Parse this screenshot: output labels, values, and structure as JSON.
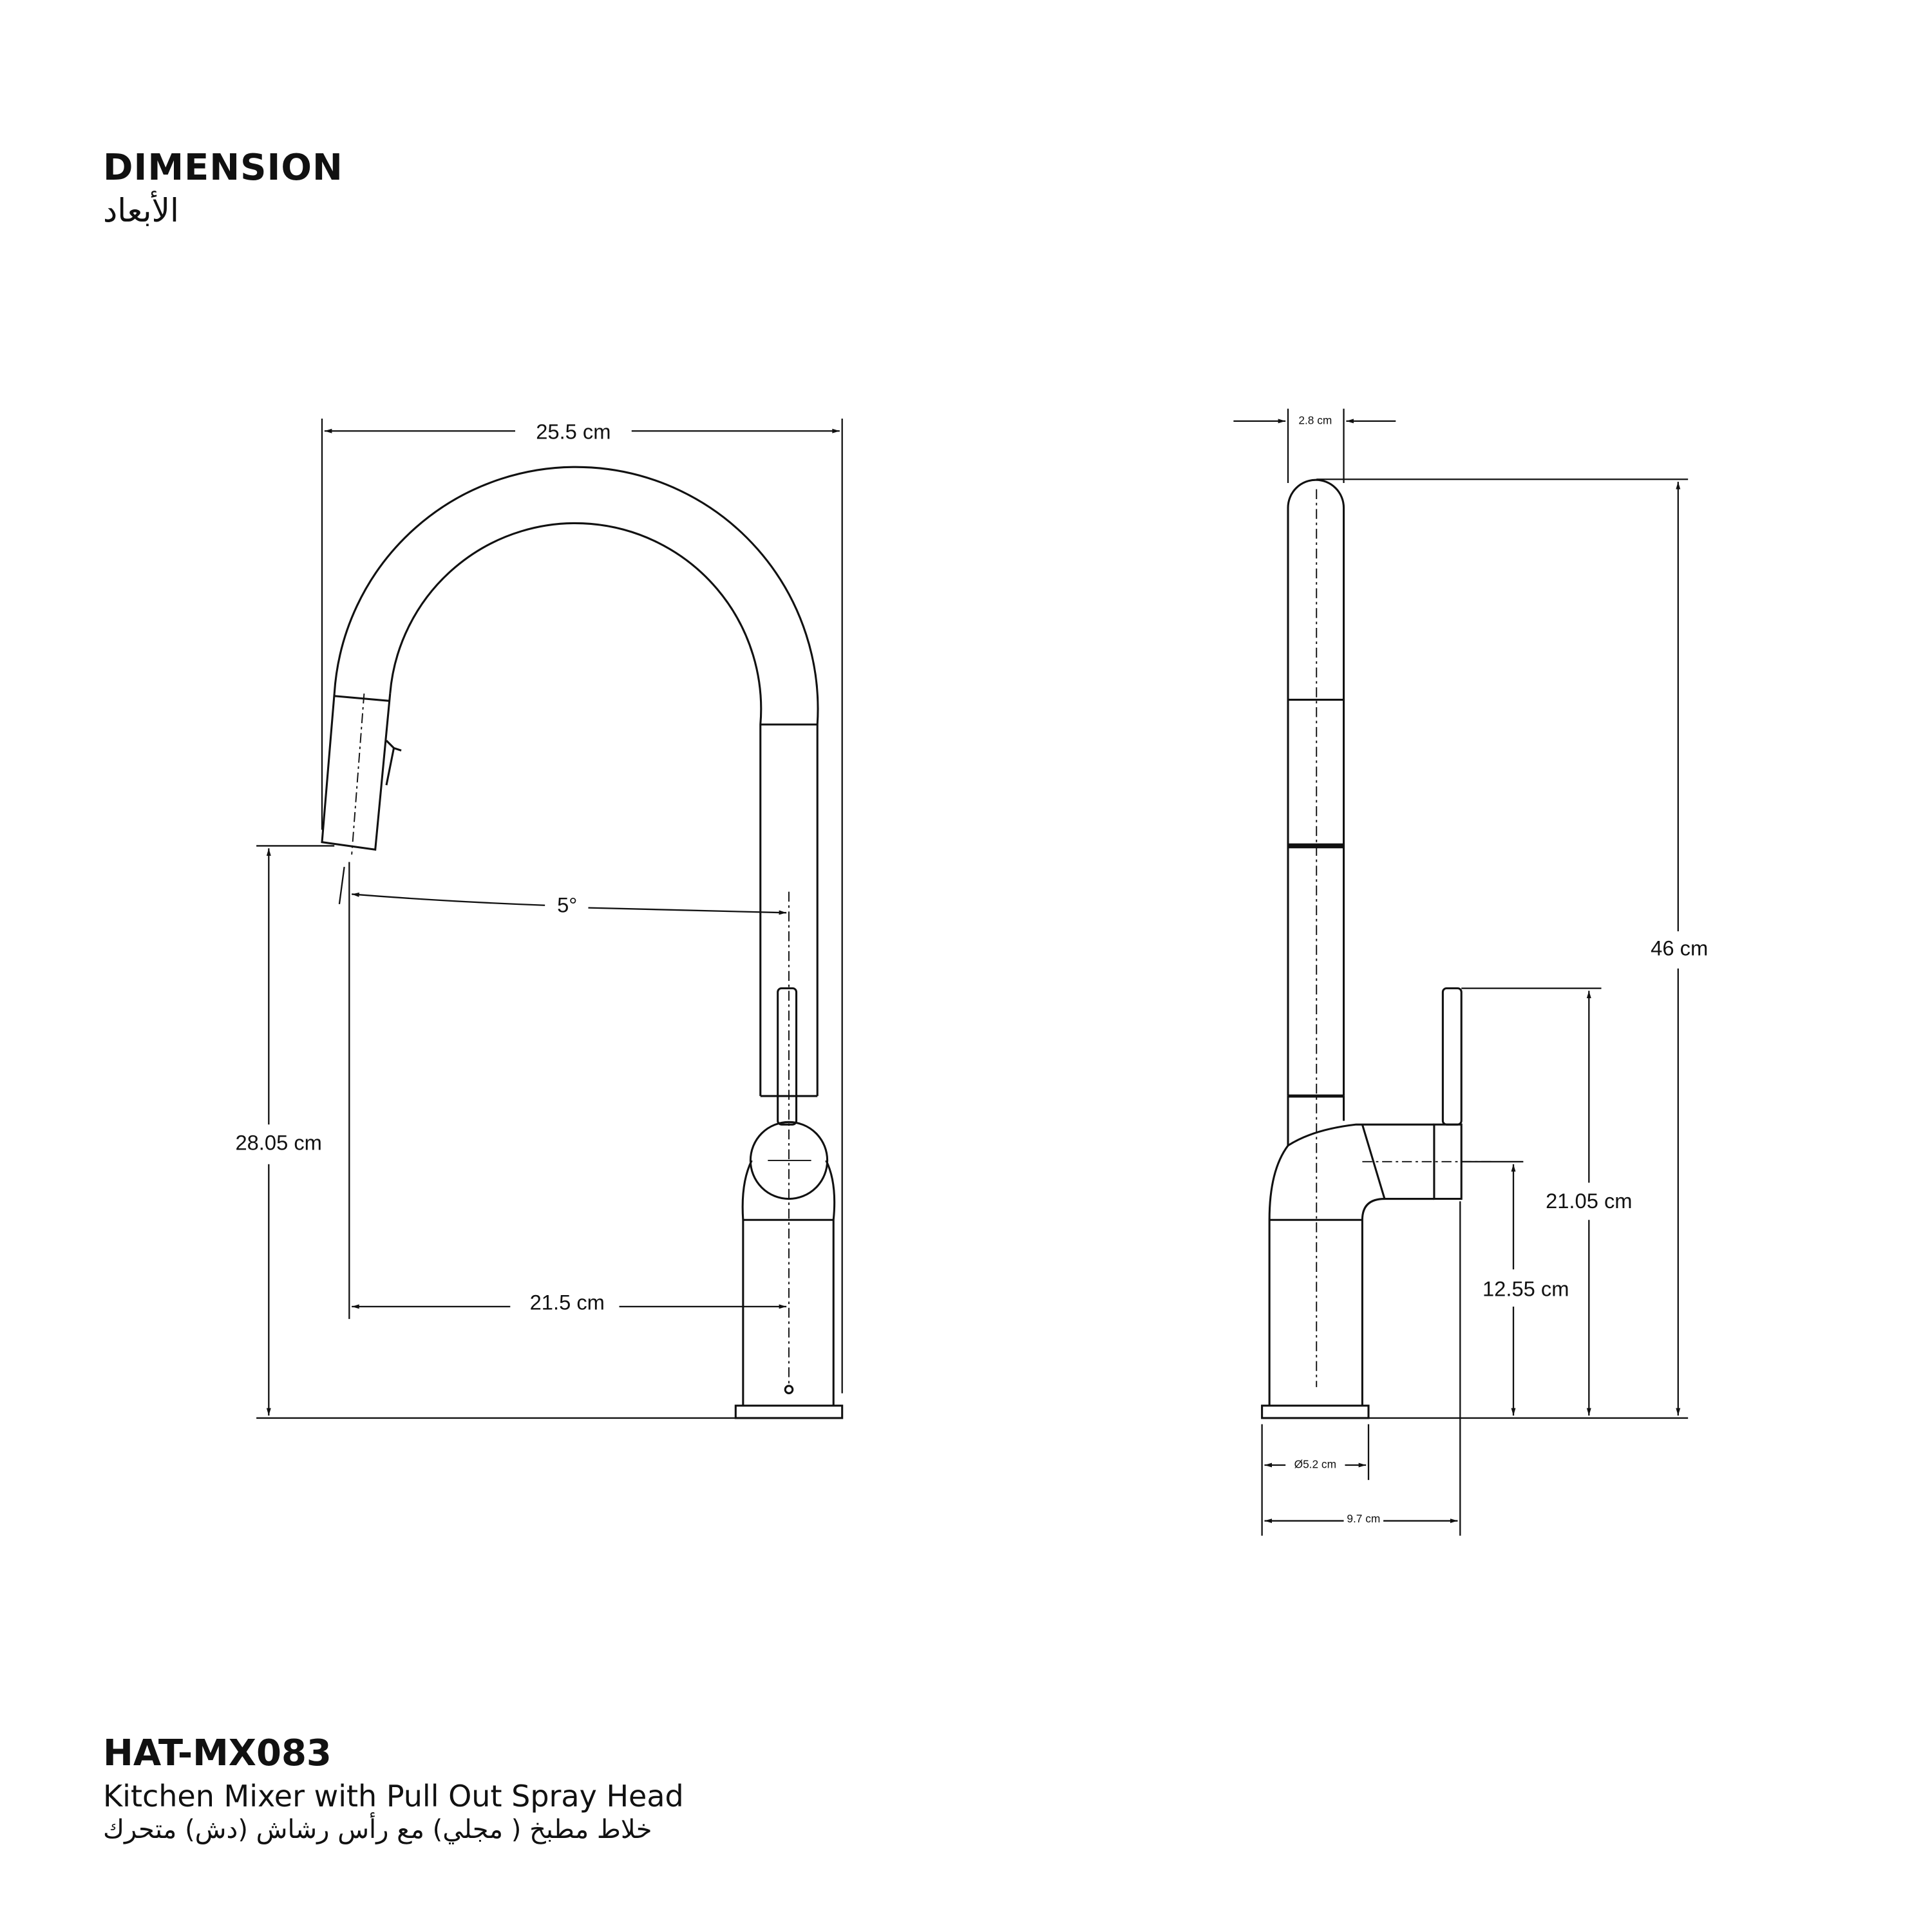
{
  "header": {
    "title": "DIMENSION",
    "title_ar": "الأبعاد"
  },
  "product": {
    "model": "HAT-MX083",
    "description": "Kitchen Mixer with Pull Out Spray Head",
    "description_ar": "خلاط مطبخ ( مجلي) مع رأس رشاش (دش) متحرك"
  },
  "front_view": {
    "total_width": "25.5 cm",
    "spout_angle": "5°",
    "spout_height": "28.05 cm",
    "spout_reach": "21.5 cm"
  },
  "side_view": {
    "tube_diameter": "2.8 cm",
    "total_height": "46 cm",
    "handle_height": "21.05 cm",
    "handle_axis_height": "12.55 cm",
    "base_diameter": "Ø5.2 cm",
    "depth": "9.7 cm"
  }
}
